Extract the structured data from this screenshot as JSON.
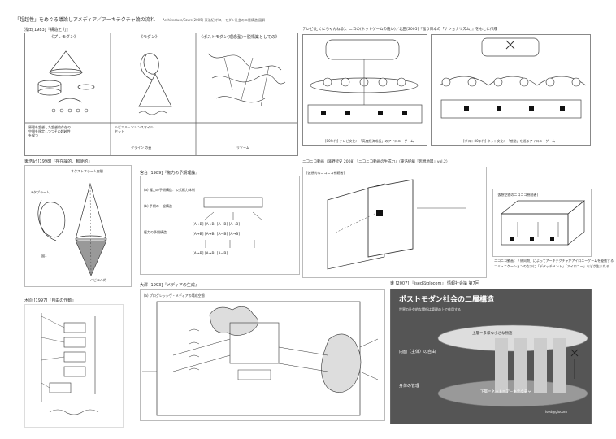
{
  "page": {
    "title": "「超越性」をめぐる議論しアメディア／アーキテクチャ論の流れ",
    "subtitle": "Architecture/Ezure(2005) 東浩紀 ポストモダン社会の二層構造 図解"
  },
  "top_left": {
    "caption": "浅田[1983]『構造と力』",
    "col1": "《プレモダン》",
    "col2": "《モダン》",
    "col3": "《ポストモダン(理念型)＝脱構築としての》",
    "row1": "原理を超越した超越的存在の\n空間を規定しつつその超越性\nを保つ",
    "row2": "ハビエル・ソレンスマイル\nセット",
    "row3": "クライン の壺",
    "row4": "リゾーム"
  },
  "top_right": {
    "caption": "テレビ(とくにちゃんねる)、ニコの(ネットゲームの違い)／北田[2005]『嗤う日本の「ナショナリズム」』をもとに作成",
    "sub_left": "[80年代] テレビ文化：「高度経済成長」のアイロニーゲーム",
    "sub_right": "[ポスト80年代] ネット文化：「感動」を巡るアイロニーゲーム"
  },
  "mid_left": {
    "caption": "東浩紀 [1998]『存在論的、郵便的』",
    "fig": "図1",
    "fig2": "ハビエル的",
    "label1": "ネクストフラーム空間",
    "label2": "メタブラーム"
  },
  "mid_center": {
    "caption": "宮台 [1989]『権力の予期理論』",
    "row1": "(a) 権力の予期構造：公式権力体制",
    "row2": "(b) 予期の一般構造",
    "row3": "権力の予期構造"
  },
  "mid_right": {
    "caption": "ニコニコ動画（濱野智史 2008）『ニコニコ動画の生成力』（東浩紀編『思想地図』vol.2）",
    "sub1": "[仮想的なニコニコ視聴者]",
    "sub2": "[仮想空間のニコニコ視聴者]",
    "footnote": "ニコニコ動画：「偽同期」によってアーキテクチャがアイロニーゲームを駆動する",
    "footnote2": "コミュニケーションのなかに「デタッチメント」「アイロニー」などが生まれる"
  },
  "bottom_left": {
    "caption": "木原 [1997]『自由の作動』"
  },
  "bottom_center": {
    "caption": "大澤 [1993]『メディアの生成』",
    "sub": "(a) プログレッシヴ・メディアの場成空間"
  },
  "bottom_right": {
    "caption": "東 [2007] 『ised@glocom』 情報社会論 第7回",
    "pm_title": "ポストモダン社会の二層構造",
    "pm_subtitle": "世界の社会的な関係は管理の上で作用する",
    "upper_label": "上層＝多様な小さな物語",
    "inner_label": "内面（主体）の自由",
    "bottom_label": "下層＝ネット＝アーキテクチャ",
    "control_label": "身体の管理",
    "footer": "ised@glocom"
  }
}
